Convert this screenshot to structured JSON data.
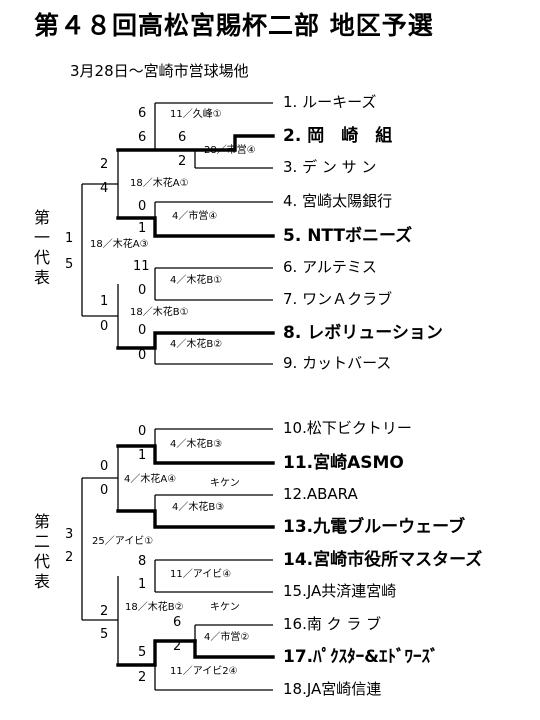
{
  "title": "第４８回高松宮賜杯二部 地区予選",
  "subtitle": "3月28日～宮崎市営球場他",
  "group1_label": "第一代表",
  "group2_label": "第二代表",
  "teams": [
    "1. ルーキーズ",
    "2. 岡　崎　組",
    "3. デ ン サ ン",
    "4. 宮崎太陽銀行",
    "5. NTTボニーズ",
    "6. アルテミス",
    "7. ワンＡクラブ",
    "8. レボリューション",
    "9. カットバース",
    "10.松下ビクトリー",
    "11.宮崎ASMO",
    "12.ABARA",
    "13.九電ブルーウェーブ",
    "14.宮崎市役所マスターズ",
    "15.JA共済連宮崎",
    "16.南 ク ラ ブ",
    "17.ﾊﾟｸｽﾀｰ&ｴﾄﾞﾜｰｽﾞ",
    "18.JA宮崎信連"
  ],
  "scores": {
    "g1_m1_top": "6",
    "g1_m1_bot": "2",
    "g1_m2_top": "6",
    "g1_m2_bot": "6",
    "g1_m3_top": "2",
    "g1_m3_bot": "4",
    "g1_m4_top": "0",
    "g1_m4_bot": "1",
    "g1_m5_top": "11",
    "g1_m5_bot": "0",
    "g1_m6_top": "0",
    "g1_m6_bot": "0",
    "g1_m7_top": "1",
    "g1_m7_bot": "0",
    "g1_final_top": "1",
    "g1_final_bot": "5",
    "g2_m1_top": "0",
    "g2_m1_bot": "1",
    "g2_m2_top": "0",
    "g2_m2_bot": "0",
    "g2_m3_top": "8",
    "g2_m3_bot": "1",
    "g2_m4_top": "6",
    "g2_m4_bot": "2",
    "g2_m5_top": "5",
    "g2_m5_bot": "2",
    "g2_m6_top": "2",
    "g2_m6_bot": "5",
    "g2_final_top": "3",
    "g2_final_bot": "2"
  },
  "notes": {
    "g1_n1": "11／久峰①",
    "g1_n2": "28／市営④",
    "g1_n3": "18／木花A①",
    "g1_n4": "4／市営④",
    "g1_n5": "18／木花A③",
    "g1_n6": "4／木花B①",
    "g1_n7": "18／木花B①",
    "g1_n8": "4／木花B②",
    "g2_n1": "4／木花B③",
    "g2_n2": "4／木花A④",
    "g2_n3": "キケン",
    "g2_n4": "4／木花B③",
    "g2_n5": "25／アイビ①",
    "g2_n6": "11／アイビ④",
    "g2_n7": "18／木花B②",
    "g2_n8": "キケン",
    "g2_n9": "4／市営②",
    "g2_n10": "11／アイビ2④"
  }
}
